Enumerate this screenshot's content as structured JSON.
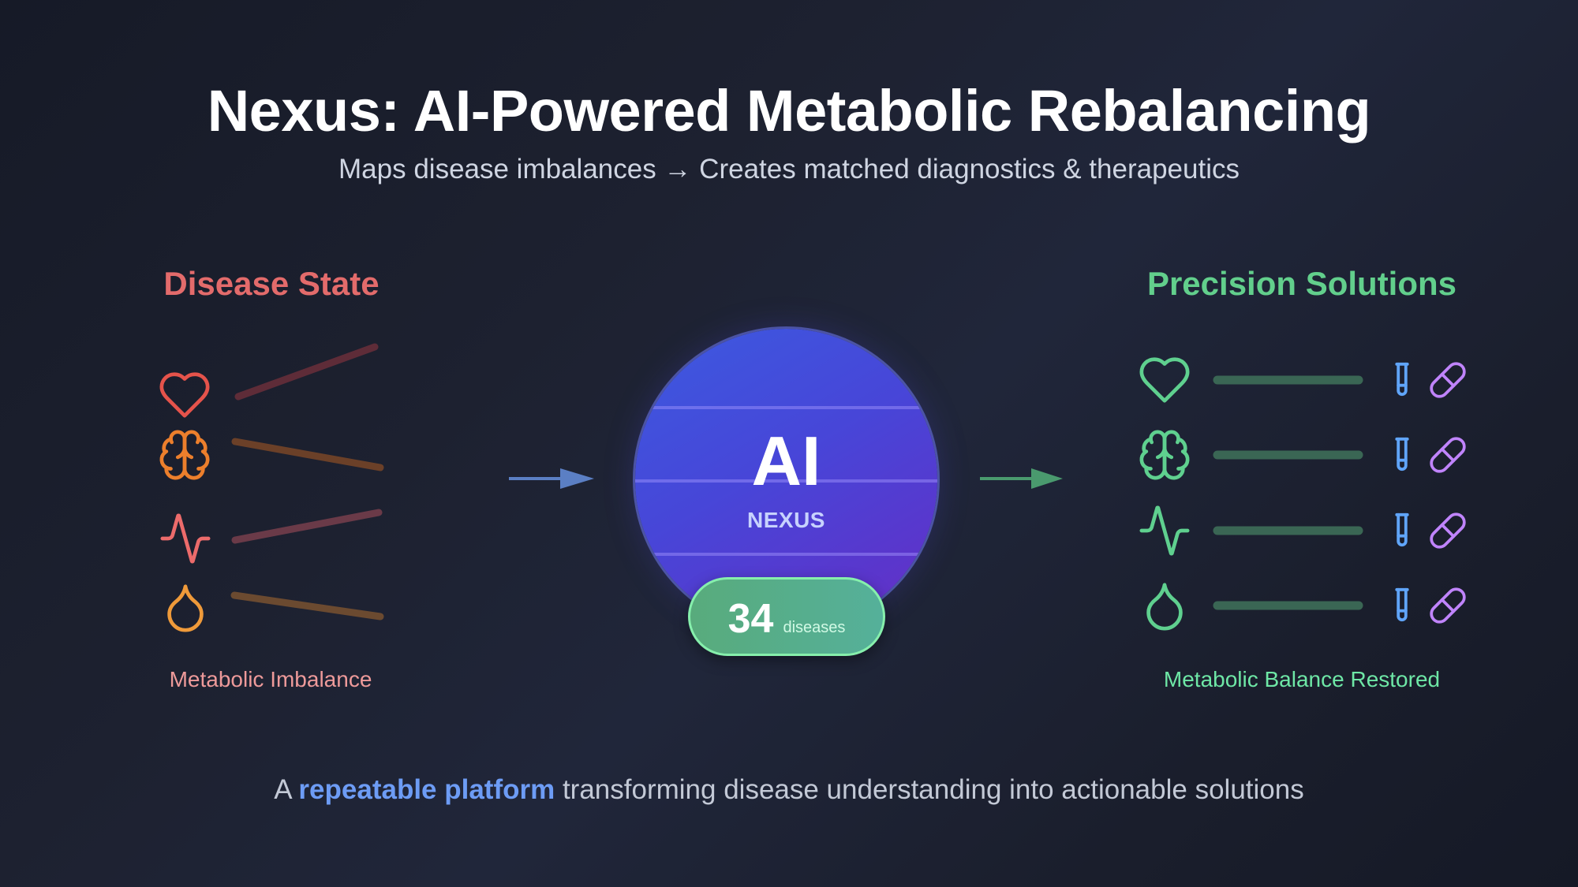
{
  "header": {
    "title": "Nexus: AI-Powered Metabolic Rebalancing",
    "subtitle": "Maps disease imbalances → Creates matched diagnostics & therapeutics"
  },
  "left_panel": {
    "heading": "Disease State",
    "caption": "Metabolic Imbalance",
    "color": "#e36b6b",
    "items": [
      {
        "icon": "heart-icon",
        "color": "#e5534b",
        "line_color": "#5e2c38"
      },
      {
        "icon": "brain-icon",
        "color": "#ec7f2c",
        "line_color": "#6b4028"
      },
      {
        "icon": "activity-icon",
        "color": "#ec6b6b",
        "line_color": "#6a3a48"
      },
      {
        "icon": "droplet-icon",
        "color": "#ef9a3a",
        "line_color": "#6b4a30"
      }
    ]
  },
  "center": {
    "core_label": "AI",
    "core_sublabel": "NEXUS",
    "badge_value": "34",
    "badge_unit": "diseases",
    "arrow_in_color": "#5b7fc4",
    "arrow_out_color": "#4a9a6e"
  },
  "right_panel": {
    "heading": "Precision Solutions",
    "caption": "Metabolic Balance Restored",
    "color": "#62cf8c",
    "items": [
      {
        "icon": "heart-icon",
        "diagnostic": "test-tube-icon",
        "therapeutic": "pill-icon"
      },
      {
        "icon": "brain-icon",
        "diagnostic": "test-tube-icon",
        "therapeutic": "pill-icon"
      },
      {
        "icon": "activity-icon",
        "diagnostic": "test-tube-icon",
        "therapeutic": "pill-icon"
      },
      {
        "icon": "droplet-icon",
        "diagnostic": "test-tube-icon",
        "therapeutic": "pill-icon"
      }
    ],
    "icon_color": "#5fd08f",
    "bar_color": "#3a6654",
    "diagnostic_color": "#60a5fa",
    "therapeutic_color": "#c084fc"
  },
  "footer": {
    "tagline_prefix": "A ",
    "tagline_emphasis": "repeatable platform",
    "tagline_suffix": " transforming disease understanding into actionable solutions",
    "emphasis_color": "#6d9cf5"
  }
}
